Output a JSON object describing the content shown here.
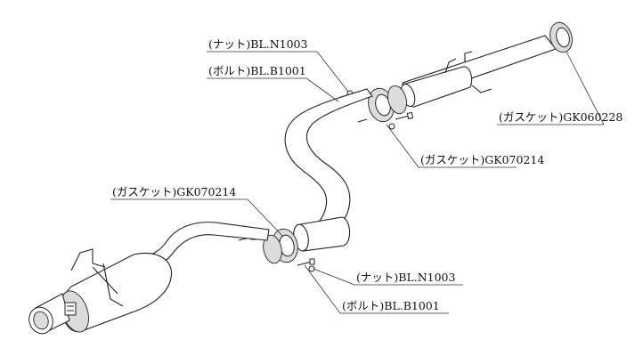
{
  "callouts": {
    "nut_top": "(ナット)BL.N1003",
    "bolt_top": "(ボルト)BL.B1001",
    "gasket_rear": "(ガスケット)GK060228",
    "gasket_mid_upper": "(ガスケット)GK070214",
    "gasket_mid_lower": "(ガスケット)GK070214",
    "nut_bottom": "(ナット)BL.N1003",
    "bolt_bottom": "(ボルト)BL.B1001"
  },
  "colors": {
    "line": "#222222",
    "text": "#111111",
    "background": "#ffffff"
  }
}
